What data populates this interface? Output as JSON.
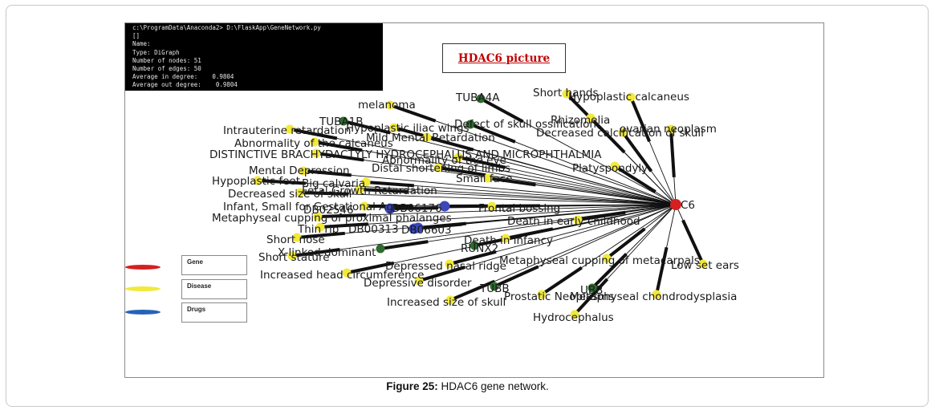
{
  "terminal_lines": [
    "c:\\ProgramData\\Anaconda2> D:\\FlaskApp\\GeneNetwork.py",
    "[]",
    "Name:",
    "Type: DiGraph",
    "Number of nodes: 51",
    "Number of edges: 50",
    "Average in degree:    0.9804",
    "Average out degree:    0.9804"
  ],
  "title": "HDAC6 picture",
  "colors": {
    "gene": "#d42020",
    "disease": "#f2e93a",
    "drug": "#2563b8",
    "edge": "#111111",
    "dark_node": "#2e6b2e",
    "drug_node": "#3a48b8"
  },
  "center_node": {
    "label": "C6"
  },
  "nodes": [
    {
      "label": "melanoma",
      "type": "disease"
    },
    {
      "label": "TUBA4A",
      "type": "dark"
    },
    {
      "label": "Short hands",
      "type": "disease"
    },
    {
      "label": "Hypoplastic calcaneus",
      "type": "disease"
    },
    {
      "label": "TUBA1B",
      "type": "dark"
    },
    {
      "label": "Hypoplastic iliac wings",
      "type": "disease"
    },
    {
      "label": "Defect of skull ossification",
      "type": "dark"
    },
    {
      "label": "Rhizomelia",
      "type": "disease"
    },
    {
      "label": "Intrauterine retardation",
      "type": "disease"
    },
    {
      "label": "Mild Mental Retardation",
      "type": "disease"
    },
    {
      "label": "Decreased calcification of skull",
      "type": "disease"
    },
    {
      "label": "ovarian neoplasm",
      "type": "disease"
    },
    {
      "label": "Abnormality of the calcaneus",
      "type": "disease"
    },
    {
      "label": "DISTINCTIVE BRACHYDACTYLY HYDROCEPHALUS AND MICROPHTHALMIA",
      "type": "disease"
    },
    {
      "label": "Abnormality of the eye",
      "type": "disease"
    },
    {
      "label": "Distal shortening of limbs",
      "type": "disease"
    },
    {
      "label": "Platyspondyly",
      "type": "disease"
    },
    {
      "label": "Mental Depression",
      "type": "disease"
    },
    {
      "label": "Small face",
      "type": "disease"
    },
    {
      "label": "Hypoplastic feet",
      "type": "disease"
    },
    {
      "label": "Big calvaria",
      "type": "disease"
    },
    {
      "label": "Decreased size of skull",
      "type": "disease"
    },
    {
      "label": "Fetal Growth Retardation",
      "type": "disease"
    },
    {
      "label": "Infant, Small for Gestational Age",
      "type": "disease"
    },
    {
      "label": "DB02546",
      "type": "drug"
    },
    {
      "label": "DB06176",
      "type": "drug"
    },
    {
      "label": "Frontal bossing",
      "type": "disease"
    },
    {
      "label": "Metaphyseal cupping of proximal phalanges",
      "type": "disease"
    },
    {
      "label": "Death in early childhood",
      "type": "disease"
    },
    {
      "label": "Thin rib",
      "type": "disease"
    },
    {
      "label": "DB00313",
      "type": "drug"
    },
    {
      "label": "DB06603",
      "type": "drug"
    },
    {
      "label": "Short nose",
      "type": "disease"
    },
    {
      "label": "Death in infancy",
      "type": "disease"
    },
    {
      "label": "X-linked dominant",
      "type": "dark"
    },
    {
      "label": "RUNX2",
      "type": "dark"
    },
    {
      "label": "Short stature",
      "type": "disease"
    },
    {
      "label": "Metaphyseal cupping of metacarpals",
      "type": "disease"
    },
    {
      "label": "Low set ears",
      "type": "disease"
    },
    {
      "label": "Depressed nasal ridge",
      "type": "disease"
    },
    {
      "label": "Increased head circumference",
      "type": "disease"
    },
    {
      "label": "Depressive disorder",
      "type": "disease"
    },
    {
      "label": "TUBB",
      "type": "dark"
    },
    {
      "label": "UBB",
      "type": "dark"
    },
    {
      "label": "Prostatic Neoplasms",
      "type": "disease"
    },
    {
      "label": "Metaphyseal chondrodysplasia",
      "type": "disease"
    },
    {
      "label": "Increased size of skull",
      "type": "disease"
    },
    {
      "label": "Hydrocephalus",
      "type": "disease"
    }
  ],
  "legend": [
    {
      "label": "Gene",
      "color": "#d42020"
    },
    {
      "label": "Disease",
      "color": "#f2e93a"
    },
    {
      "label": "Drugs",
      "color": "#2563b8"
    }
  ],
  "caption": {
    "label": "Figure 25:",
    "text": " HDAC6 gene network."
  }
}
